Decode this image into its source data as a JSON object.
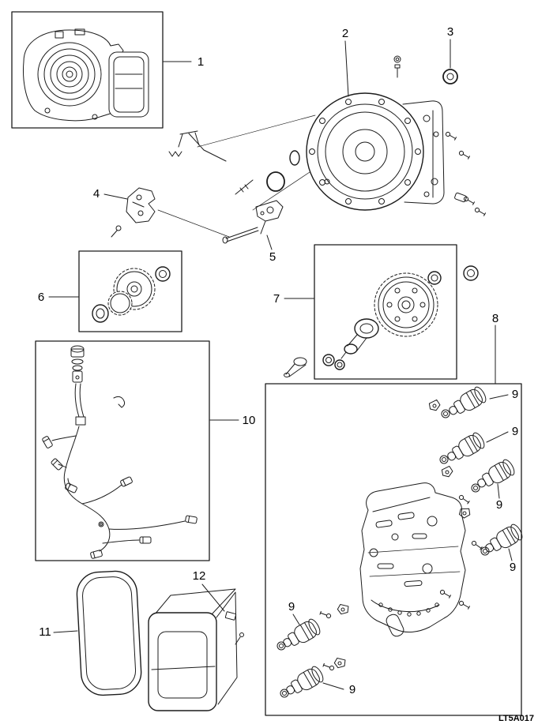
{
  "figure": {
    "code": "LT5A017",
    "callouts": {
      "c1": "1",
      "c2": "2",
      "c3": "3",
      "c4": "4",
      "c5": "5",
      "c6": "6",
      "c7": "7",
      "c8": "8",
      "c9a": "9",
      "c9b": "9",
      "c9c": "9",
      "c9d": "9",
      "c9e": "9",
      "c9f": "9",
      "c10": "10",
      "c11": "11",
      "c12": "12"
    }
  }
}
